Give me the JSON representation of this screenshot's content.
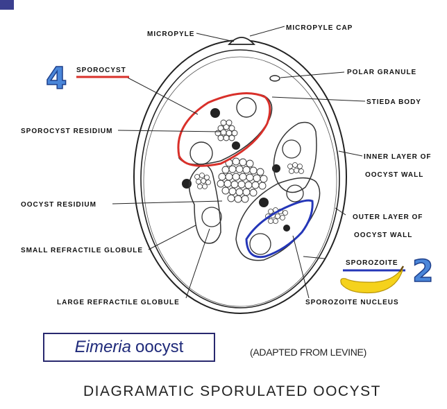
{
  "labels": {
    "micropyle": "MICROPYLE",
    "micropyle_cap": "MICROPYLE CAP",
    "polar_granule": "POLAR GRANULE",
    "sporocyst": "SPOROCYST",
    "stieda_body": "STIEDA BODY",
    "sporocyst_residium": "SPOROCYST RESIDIUM",
    "inner_layer_1": "INNER LAYER OF",
    "inner_layer_2": "OOCYST WALL",
    "oocyst_residium": "OOCYST RESIDIUM",
    "outer_layer_1": "OUTER LAYER OF",
    "outer_layer_2": "OOCYST WALL",
    "small_refractile": "SMALL REFRACTILE GLOBULE",
    "sporozoite": "SPOROZOITE",
    "large_refractile": "LARGE REFRACTILE GLOBULE",
    "sporozoite_nucleus": "SPOROZOITE NUCLEUS"
  },
  "annotations": {
    "number_sporocyst": "4",
    "number_sporozoite": "2"
  },
  "title_box": {
    "italic": "Eimeria",
    "rest": "oocyst"
  },
  "adapted": "(ADAPTED FROM LEVINE)",
  "main_title": "DIAGRAMATIC SPORULATED OOCYST",
  "colors": {
    "sporocyst_highlight": "#d9302a",
    "sporozoite_highlight": "#2436b8",
    "number_fill": "#4a86d9",
    "title_box_border": "#28286e"
  }
}
